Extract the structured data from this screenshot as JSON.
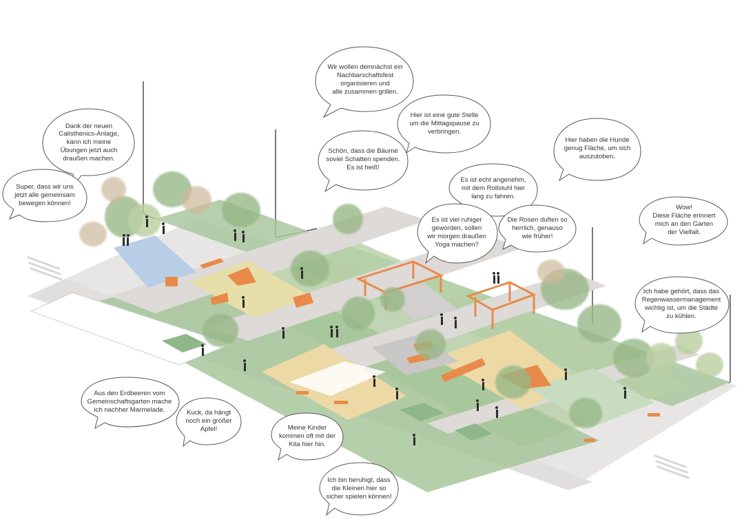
{
  "bubbles": [
    {
      "id": "nachbarschaftsfest",
      "text": "Wir wollen demnächst ein\nNachbarschaftsfest\norganisieren und\nalle zusammen grillen."
    },
    {
      "id": "calisthenics",
      "text": "Dank der neuen\nCalisthenics-Anlage,\nkann ich meine\nÜbungen jetzt auch\ndraußen machen."
    },
    {
      "id": "mittagspause",
      "text": "Hier ist eine gute Stelle\num die Mittagspause zu\nverbringen."
    },
    {
      "id": "schatten",
      "text": "Schön, dass die Bäume\nsoviel Schatten spenden.\nEs ist heiß!"
    },
    {
      "id": "hunde",
      "text": "Hier haben die Hunde\ngenug Fläche, um sich\nauszutoben."
    },
    {
      "id": "bewegen",
      "text": "Super, dass wir uns\njetzt alle gemeinsam\nbewegen können!"
    },
    {
      "id": "rollstuhl",
      "text": "Es ist echt angenehm,\nmit dem Rollstuhl hier\nlang zu fahren."
    },
    {
      "id": "yoga",
      "text": "Es ist viel ruhiger\ngeworden, sollen\nwir morgen draußen\nYoga machen?"
    },
    {
      "id": "rosen",
      "text": "Die Rosen duften so\nherrlich, genauso\nwie früher!"
    },
    {
      "id": "garten-vielfalt",
      "text": "Wow!\nDiese Fläche erinnert\nmich an den Garten\nder Vielfalt."
    },
    {
      "id": "regenwasser",
      "text": "Ich habe gehört, dass das\nRegenwassermanagement\nwichtig ist, um die Städte\nzu kühlen."
    },
    {
      "id": "erdbeeren",
      "text": "Aus den Erdbeeren vom\nGemeinschaftsgarten mache\nich nachher Marmelade."
    },
    {
      "id": "apfel",
      "text": "Kuck, da hängt\nnoch ein großer\nApfel!"
    },
    {
      "id": "kita",
      "text": "Meine Kinder\nkommen oft mit der\nKita hier hin."
    },
    {
      "id": "kleinen",
      "text": "Ich bin beruhigt, dass\ndie Kleinen hier so\nsicher spielen können!"
    }
  ],
  "colors": {
    "street": "#e8e6e4",
    "path": "#dddad8",
    "lawn": "#a9c79f",
    "lawn_dark": "#8fb789",
    "sand": "#ecd9a6",
    "yellow_field": "#e7dfaa",
    "blue_court": "#b8cde6",
    "gray_plaza": "#c9c7c6",
    "orange": "#e98a4a",
    "tree_light": "#b9cfa1",
    "tree_mid": "#98b888",
    "tree_autumn": "#cdb89a",
    "people": "#2c2c2c",
    "bubble_stroke": "#555555"
  }
}
